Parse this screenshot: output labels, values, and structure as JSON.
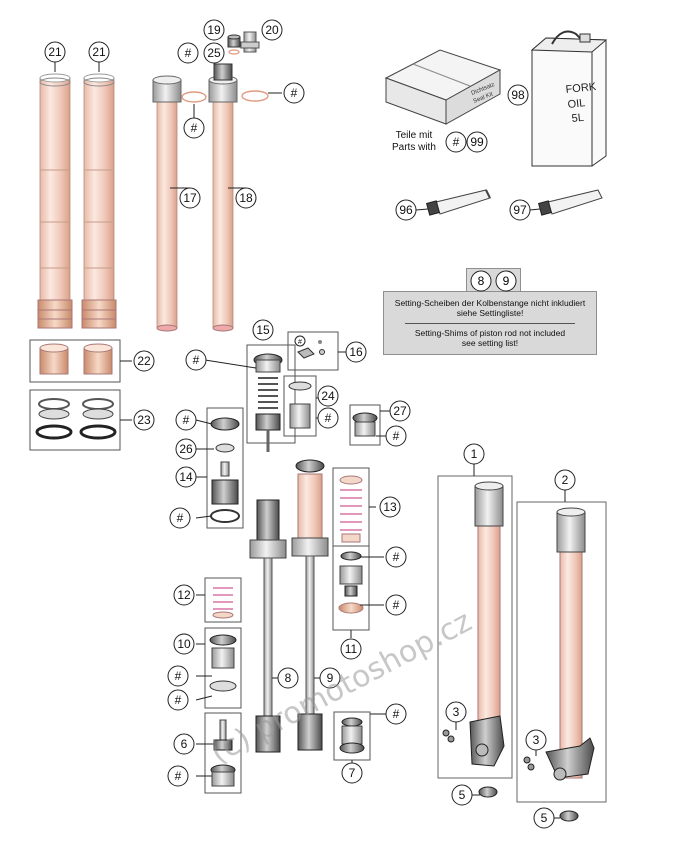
{
  "callouts": {
    "c21a": "21",
    "c21b": "21",
    "c19": "19",
    "c20": "20",
    "c25hash": "#",
    "c25": "25",
    "c17": "17",
    "c18": "18",
    "c17hash": "#",
    "c18hash": "#",
    "c22": "22",
    "c23": "23",
    "c15": "15",
    "c16": "16",
    "c16hash": "#",
    "c15hash": "#",
    "c24": "24",
    "c24hash": "#",
    "c26hash": "#",
    "c26": "26",
    "c14": "14",
    "c14hash": "#",
    "c27": "27",
    "c27hash": "#",
    "c13": "13",
    "c12": "12",
    "c10": "10",
    "c10hasha": "#",
    "c10hashb": "#",
    "c8": "8",
    "c9": "9",
    "c11hasha": "#",
    "c11hashb": "#",
    "c11": "11",
    "c6": "6",
    "c6hash": "#",
    "c7": "7",
    "c7hash": "#",
    "c1": "1",
    "c2": "2",
    "c3a": "3",
    "c3b": "3",
    "c5a": "5",
    "c5b": "5",
    "c96": "96",
    "c97": "97",
    "c98": "98",
    "c99hash": "#",
    "c99": "99",
    "c8box": "8",
    "c9box": "9"
  },
  "seal_kit": {
    "line1": "Dichtsatz",
    "line2": "Seal Kit"
  },
  "parts_with": {
    "de": "Teile mit",
    "en": "Parts with"
  },
  "fork_oil": {
    "line1": "FORK",
    "line2": "OIL",
    "line3": "5L"
  },
  "setting_note": {
    "de_line1": "Setting-Scheiben der Kolbenstange nicht inkludiert",
    "de_line2": "siehe Settingliste!",
    "en_line1": "Setting-Shims of piston rod not included",
    "en_line2": "see setting list!"
  },
  "watermark": "(c) promotoshop.cz"
}
